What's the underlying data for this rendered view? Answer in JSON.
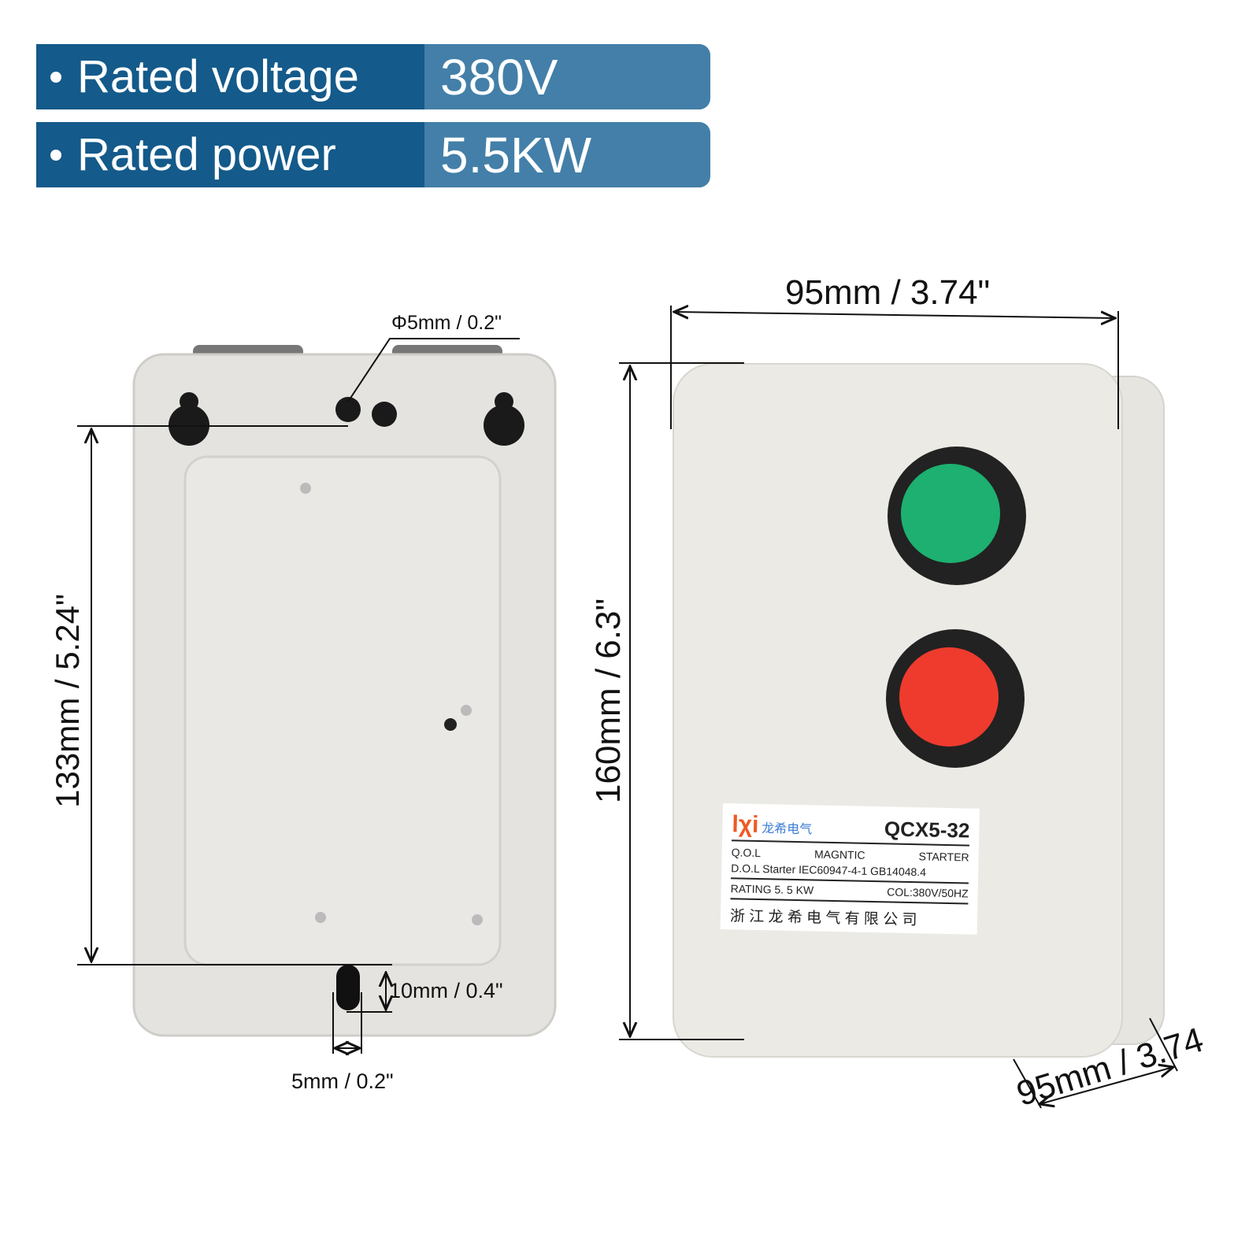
{
  "specs": [
    {
      "label": "Rated voltage",
      "value": "380V"
    },
    {
      "label": "Rated power",
      "value": "5.5KW"
    }
  ],
  "dimensions": {
    "hole_diameter": "Φ5mm / 0.2\"",
    "mount_height": "133mm / 5.24\"",
    "slot_height": "10mm / 0.4\"",
    "slot_width": "5mm / 0.2\"",
    "width": "95mm / 3.74\"",
    "height": "160mm / 6.3\"",
    "depth": "95mm / 3.74"
  },
  "nameplate": {
    "brand_logo": "lχi",
    "brand_cn": "龙希电气",
    "model": "QCX5-32",
    "line1": [
      "Q.O.L",
      "MAGNTIC",
      "STARTER"
    ],
    "line2": "D.O.L Starter  IEC60947-4-1 GB14048.4",
    "line3": [
      "RATING 5. 5 KW",
      "COL:380V/50HZ"
    ],
    "company": "浙 江 龙 希 电 气 有 限 公 司"
  },
  "colors": {
    "spec_key": "#145a8a",
    "spec_value": "#437fa8",
    "start_button": "#1db070",
    "stop_button": "#ee3b2e"
  }
}
